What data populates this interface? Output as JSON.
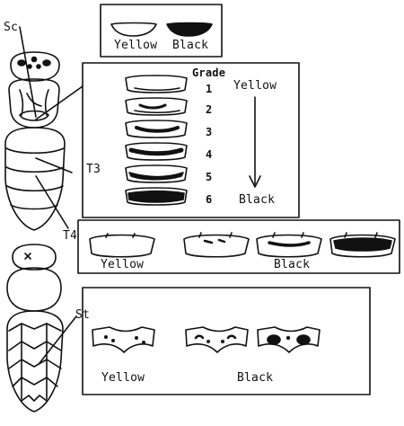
{
  "labels": {
    "sc": "Sc",
    "t3": "T3",
    "t4": "T4",
    "st": "St"
  },
  "panel_scutellum": {
    "yellow": "Yellow",
    "black": "Black"
  },
  "panel_tergite3": {
    "grade_title": "Grade",
    "grades": [
      "1",
      "2",
      "3",
      "4",
      "5",
      "6"
    ],
    "yellow": "Yellow",
    "black": "Black"
  },
  "panel_tergite4": {
    "yellow": "Yellow",
    "black": "Black"
  },
  "panel_sternite": {
    "yellow": "Yellow",
    "black": "Black"
  },
  "colors": {
    "ink": "#111111",
    "background": "#ffffff"
  }
}
